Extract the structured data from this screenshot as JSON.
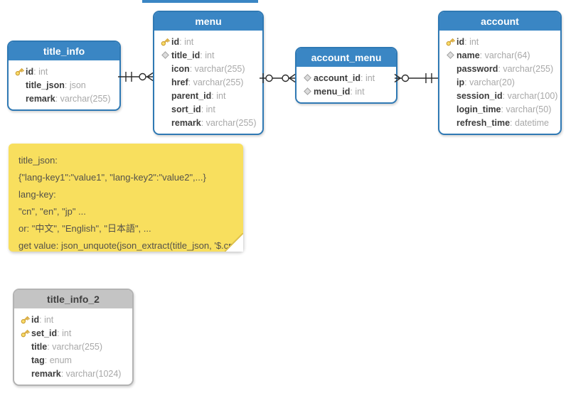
{
  "diagram": {
    "background": "#ffffff",
    "header_blue": "#3a86c4",
    "border_blue": "#2f79b4",
    "gray_header": "#c4c4c4",
    "note_yellow": "#f8df5e",
    "line_color": "#2b2b2b"
  },
  "field_separator": ": ",
  "tables": [
    {
      "id": "title_info",
      "title": "title_info",
      "style": "blue",
      "fields": [
        {
          "name": "id",
          "type": "int",
          "icon": "key"
        },
        {
          "name": "title_json",
          "type": "json",
          "icon": ""
        },
        {
          "name": "remark",
          "type": "varchar(255)",
          "icon": ""
        }
      ]
    },
    {
      "id": "menu",
      "title": "menu",
      "style": "blue",
      "fields": [
        {
          "name": "id",
          "type": "int",
          "icon": "key"
        },
        {
          "name": "title_id",
          "type": "int",
          "icon": "diamond"
        },
        {
          "name": "icon",
          "type": "varchar(255)",
          "icon": ""
        },
        {
          "name": "href",
          "type": "varchar(255)",
          "icon": ""
        },
        {
          "name": "parent_id",
          "type": "int",
          "icon": ""
        },
        {
          "name": "sort_id",
          "type": "int",
          "icon": ""
        },
        {
          "name": "remark",
          "type": "varchar(255)",
          "icon": ""
        }
      ]
    },
    {
      "id": "account_menu",
      "title": "account_menu",
      "style": "blue",
      "fields": [
        {
          "name": "account_id",
          "type": "int",
          "icon": "diamond"
        },
        {
          "name": "menu_id",
          "type": "int",
          "icon": "diamond"
        }
      ]
    },
    {
      "id": "account",
      "title": "account",
      "style": "blue",
      "fields": [
        {
          "name": "id",
          "type": "int",
          "icon": "key"
        },
        {
          "name": "name",
          "type": "varchar(64)",
          "icon": "diamond"
        },
        {
          "name": "password",
          "type": "varchar(255)",
          "icon": ""
        },
        {
          "name": "ip",
          "type": "varchar(20)",
          "icon": ""
        },
        {
          "name": "session_id",
          "type": "varchar(100)",
          "icon": ""
        },
        {
          "name": "login_time",
          "type": "varchar(50)",
          "icon": ""
        },
        {
          "name": "refresh_time",
          "type": "datetime",
          "icon": ""
        }
      ]
    },
    {
      "id": "title_info_2",
      "title": "title_info_2",
      "style": "gray",
      "fields": [
        {
          "name": "id",
          "type": "int",
          "icon": "key"
        },
        {
          "name": "set_id",
          "type": "int",
          "icon": "key"
        },
        {
          "name": "title",
          "type": "varchar(255)",
          "icon": ""
        },
        {
          "name": "tag",
          "type": "enum",
          "icon": ""
        },
        {
          "name": "remark",
          "type": "varchar(1024)",
          "icon": ""
        }
      ]
    }
  ],
  "note": {
    "lines": [
      "title_json:",
      "{\"lang-key1\":\"value1\", \"lang-key2\":\"value2\",...}",
      "lang-key:",
      "\"cn\", \"en\", \"jp\" ...",
      "or: \"中文\", \"English\", \"日本語\", ...",
      "get value: json_unquote(json_extract(title_json, '$.cn')"
    ]
  },
  "relationships": [
    {
      "from": "title_info",
      "to": "menu",
      "from_end": "one",
      "to_end": "zero-or-many"
    },
    {
      "from": "menu",
      "to": "account_menu",
      "from_end": "zero-or-one",
      "to_end": "zero-or-many"
    },
    {
      "from": "account_menu",
      "to": "account",
      "from_end": "zero-or-many",
      "to_end": "one"
    }
  ]
}
